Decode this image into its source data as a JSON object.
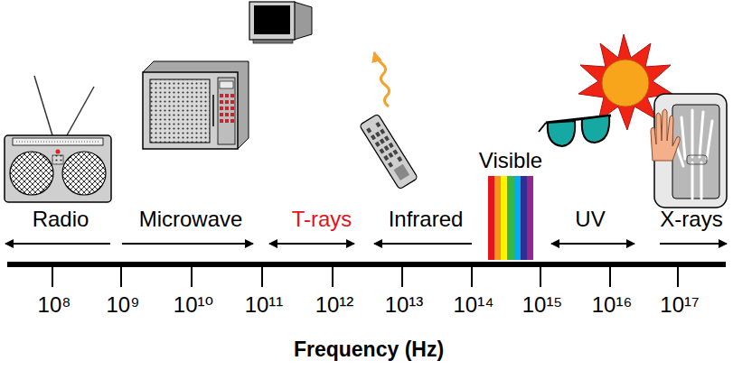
{
  "diagram": {
    "nodes": [
      {
        "text": [
          "Visible"
        ]
      }
    ],
    "labels": [
      "Radio",
      "Microwave",
      "T-rays",
      "Infrared",
      "UV",
      "X-rays",
      "10⁸",
      "10⁹",
      "10¹⁰",
      "10¹¹",
      "10¹²",
      "10¹³",
      "10¹⁴",
      "10¹⁵",
      "10¹⁶",
      "10¹⁷",
      "Frequency (Hz)"
    ]
  }
}
